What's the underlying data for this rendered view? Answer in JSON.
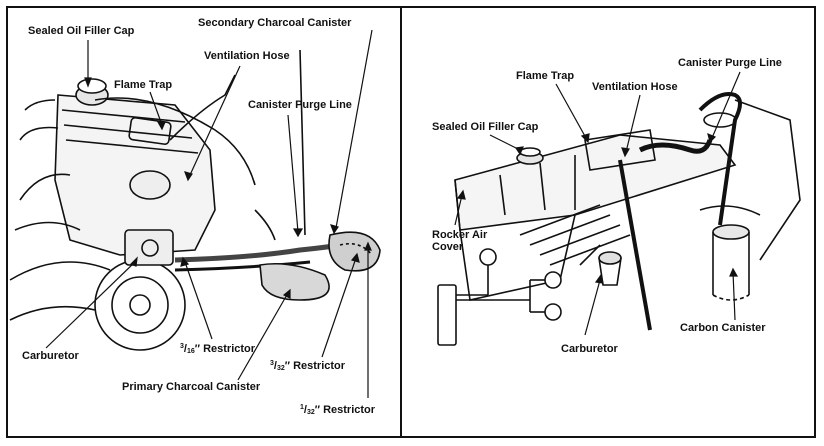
{
  "left_diagram": {
    "labels": {
      "sealed_oil_filler_cap": "Sealed Oil Filler Cap",
      "secondary_charcoal_canister": "Secondary Charcoal Canister",
      "ventilation_hose": "Ventilation Hose",
      "flame_trap": "Flame Trap",
      "canister_purge_line": "Canister Purge Line",
      "carburetor": "Carburetor",
      "restrictor_3_16_num": "3",
      "restrictor_3_16_den": "16",
      "restrictor_3_16_text": "″ Restrictor",
      "restrictor_3_32_num": "3",
      "restrictor_3_32_den": "32",
      "restrictor_3_32_text": "″ Restrictor",
      "primary_charcoal_canister": "Primary Charcoal Canister",
      "restrictor_1_32_num": "1",
      "restrictor_1_32_den": "32",
      "restrictor_1_32_text": "″ Restrictor"
    }
  },
  "right_diagram": {
    "labels": {
      "flame_trap": "Flame Trap",
      "canister_purge_line": "Canister Purge Line",
      "ventilation_hose": "Ventilation Hose",
      "sealed_oil_filler_cap": "Sealed Oil Filler Cap",
      "rocker_air_cover_line1": "Rocker Air",
      "rocker_air_cover_line2": "Cover",
      "carburetor": "Carburetor",
      "carbon_canister": "Carbon Canister"
    }
  }
}
